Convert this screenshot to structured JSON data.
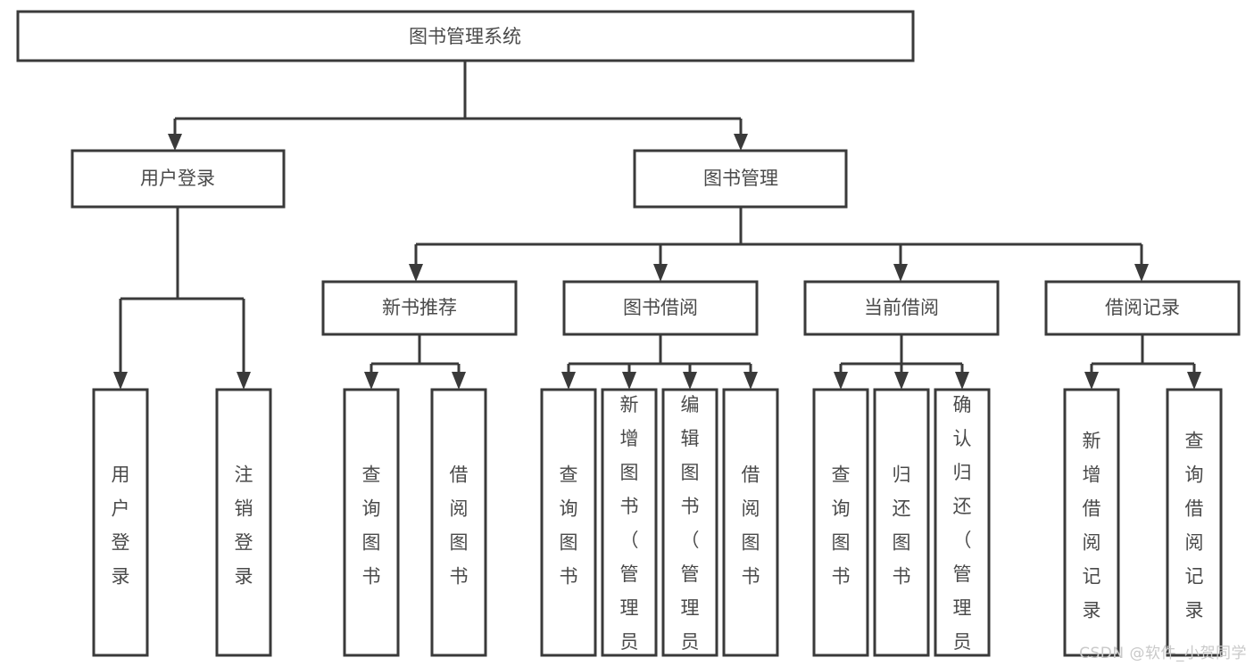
{
  "diagram": {
    "title": "图书管理系统",
    "type": "tree-hierarchy-diagram",
    "root": {
      "id": "root",
      "label": "图书管理系统"
    },
    "level2": [
      {
        "id": "user-login",
        "label": "用户登录"
      },
      {
        "id": "book-management",
        "label": "图书管理"
      }
    ],
    "level3": [
      {
        "id": "new-book-recommend",
        "label": "新书推荐",
        "parent": "book-management"
      },
      {
        "id": "book-borrow",
        "label": "图书借阅",
        "parent": "book-management"
      },
      {
        "id": "current-borrow",
        "label": "当前借阅",
        "parent": "book-management"
      },
      {
        "id": "borrow-record",
        "label": "借阅记录",
        "parent": "book-management"
      }
    ],
    "leaves": {
      "user-login": [
        {
          "id": "leaf-user-login",
          "label": "用户登录"
        },
        {
          "id": "leaf-user-logout",
          "label": "注销登录"
        }
      ],
      "new-book-recommend": [
        {
          "id": "leaf-query-book-1",
          "label": "查询图书"
        },
        {
          "id": "leaf-borrow-book-1",
          "label": "借阅图书"
        }
      ],
      "book-borrow": [
        {
          "id": "leaf-query-book-2",
          "label": "查询图书"
        },
        {
          "id": "leaf-add-book",
          "label": "新增图书（管理员）"
        },
        {
          "id": "leaf-edit-book",
          "label": "编辑图书（管理员）"
        },
        {
          "id": "leaf-borrow-book-2",
          "label": "借阅图书"
        }
      ],
      "current-borrow": [
        {
          "id": "leaf-query-book-3",
          "label": "查询图书"
        },
        {
          "id": "leaf-return-book",
          "label": "归还图书"
        },
        {
          "id": "leaf-confirm-return",
          "label": "确认归还（管理员）"
        }
      ],
      "borrow-record": [
        {
          "id": "leaf-add-record",
          "label": "新增借阅记录"
        },
        {
          "id": "leaf-query-record",
          "label": "查询借阅记录"
        }
      ]
    },
    "colors": {
      "stroke": "#3a3a3a",
      "fill": "#ffffff",
      "text": "#4a4a4a",
      "watermark": "#c9c9c9"
    }
  },
  "watermark": {
    "text": "CSDN @软件_小贺同学"
  }
}
